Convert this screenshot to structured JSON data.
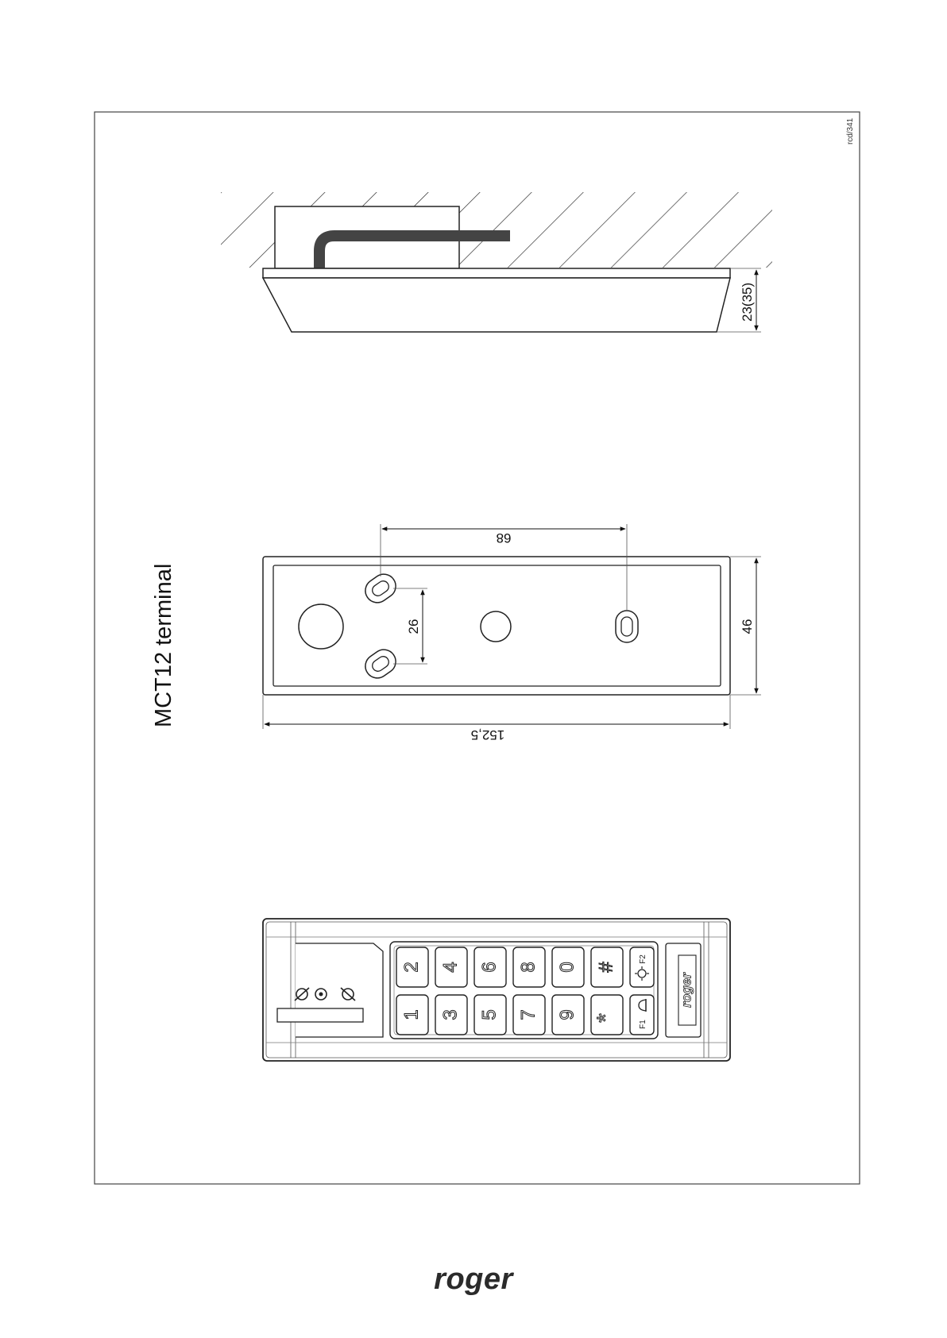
{
  "drawing": {
    "title": "MCT12 terminal",
    "ref_code": "rcd/341",
    "dimensions": {
      "depth": "23(35)",
      "hole_spacing": "68",
      "pair_spacing": "26",
      "width": "46",
      "length": "152,5"
    },
    "keypad": {
      "top_row": [
        "2",
        "4",
        "6",
        "8",
        "0",
        "#"
      ],
      "bottom_row": [
        "1",
        "3",
        "5",
        "7",
        "9",
        "*"
      ],
      "f2_label": "F2",
      "f1_label": "F1",
      "badge_logo": "roger"
    }
  },
  "footer": {
    "logo": "roger"
  }
}
